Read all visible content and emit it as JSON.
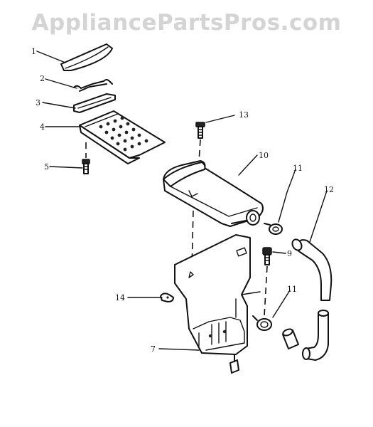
{
  "watermark": "AppliancePartsPros.com",
  "labels": {
    "p1": "1",
    "p2": "2",
    "p3": "3",
    "p4": "4",
    "p5": "5",
    "p7": "7",
    "p9": "9",
    "p10": "10",
    "p11a": "11",
    "p11b": "11",
    "p12": "12",
    "p13": "13",
    "p14": "14"
  }
}
